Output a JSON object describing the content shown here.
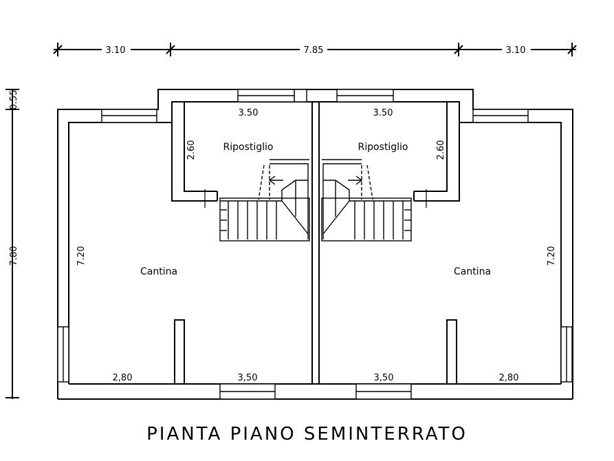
{
  "title": "PIANTA PIANO SEMINTERRATO",
  "top_dimensions": {
    "left": "3.10",
    "center": "7.85",
    "right": "3.10"
  },
  "left_dimensions": {
    "small": "0.55",
    "total": "7.80"
  },
  "rooms": {
    "left_storage": {
      "name": "Ripostiglio",
      "width": "3.50",
      "height": "2.60"
    },
    "right_storage": {
      "name": "Ripostiglio",
      "width": "3.50",
      "height": "2.60"
    },
    "left_cellar": {
      "name": "Cantina",
      "height": "7.20",
      "bottom_left": "2,80",
      "bottom_right": "3,50"
    },
    "right_cellar": {
      "name": "Cantina",
      "height": "7.20",
      "bottom_left": "3,50",
      "bottom_right": "2,80"
    }
  }
}
